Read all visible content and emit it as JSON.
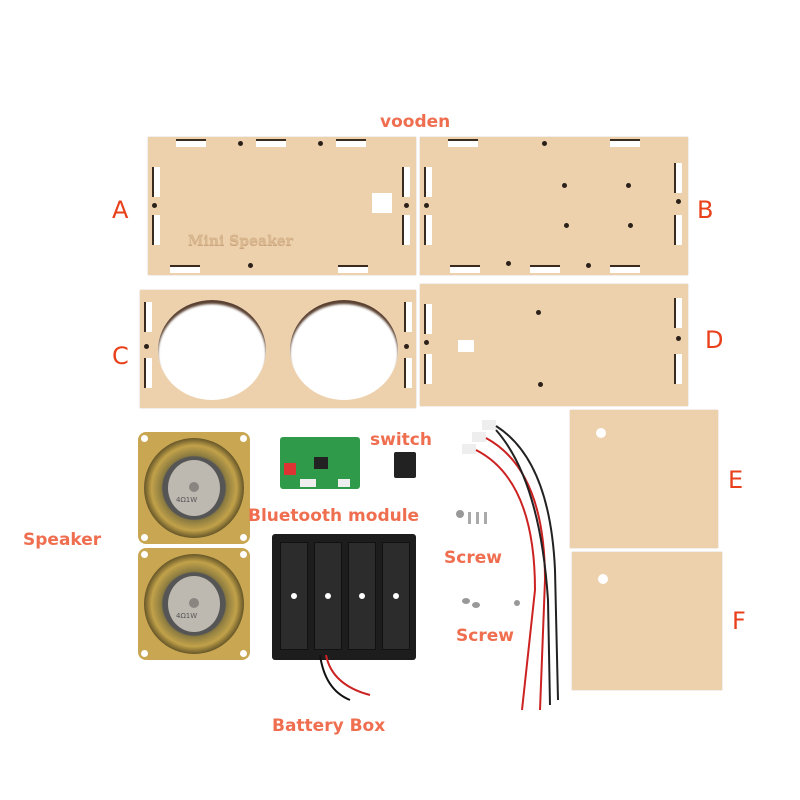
{
  "title": "vooden",
  "panels": {
    "A": {
      "letter": "A",
      "engraving": "Mini Speaker"
    },
    "B": {
      "letter": "B"
    },
    "C": {
      "letter": "C"
    },
    "D": {
      "letter": "D"
    },
    "E": {
      "letter": "E"
    },
    "F": {
      "letter": "F"
    }
  },
  "components": {
    "speaker": {
      "label": "Speaker",
      "marking": "4Ω1W"
    },
    "bluetooth": {
      "label": "Bluetooth module"
    },
    "switch": {
      "label": "switch"
    },
    "screw1": {
      "label": "Screw"
    },
    "screw2": {
      "label": "Screw"
    },
    "battery": {
      "label": "Battery Box"
    }
  },
  "colors": {
    "label": "#ef6e4f",
    "letter": "#e8401a",
    "wood": "#edd0ac"
  }
}
